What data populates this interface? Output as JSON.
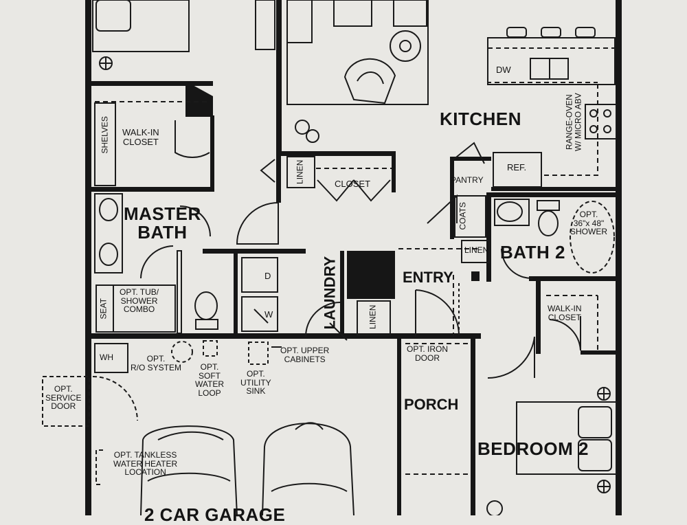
{
  "floorplan": {
    "rooms": {
      "kitchen": "KITCHEN",
      "master_bath": "MASTER\nBATH",
      "laundry": "LAUNDRY",
      "entry": "ENTRY",
      "bath2": "BATH 2",
      "porch": "PORCH",
      "bedroom2": "BEDROOM 2",
      "garage_partial": "2 CAR GARAGE"
    },
    "labels": {
      "walk_in_closet_master": "WALK-IN\nCLOSET",
      "shelves": "SHELVES",
      "linen_hall": "LINEN",
      "closet_hall": "CLOSET",
      "dw": "DW",
      "range_oven": "RANGE-OVEN\nW/ MICRO ABV",
      "ref": "REF.",
      "pantry": "PANTRY",
      "coats": "COATS",
      "linen_bath": "LINEN",
      "opt_shower": "OPT.\n36\"x 48\"\nSHOWER",
      "opt_tub": "OPT. TUB/\nSHOWER\nCOMBO",
      "seat": "SEAT",
      "dryer": "D",
      "washer": "W",
      "linen_laundry": "LINEN",
      "walk_in_closet_bed2": "WALK-IN\nCLOSET",
      "wh": "WH",
      "opt_ro": "OPT.\nR/O SYSTEM",
      "opt_soft_water": "OPT.\nSOFT\nWATER\nLOOP",
      "opt_utility_sink": "OPT.\nUTILITY\nSINK",
      "opt_upper_cabinets": "OPT. UPPER\nCABINETS",
      "opt_iron_door": "OPT. IRON\nDOOR",
      "opt_service_door": "OPT.\nSERVICE\nDOOR",
      "opt_tankless": "OPT. TANKLESS\nWATER HEATER\nLOCATION"
    }
  }
}
